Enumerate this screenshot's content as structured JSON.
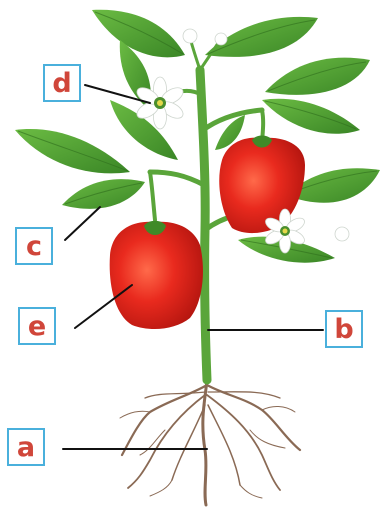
{
  "labels": {
    "a": "a",
    "b": "b",
    "c": "c",
    "d": "d",
    "e": "e"
  },
  "colors": {
    "label_border": "#4ab0dc",
    "label_text": "#d0463a",
    "leaf": "#4e9b2f",
    "stem": "#5aa53a",
    "pepper": "#e0231d",
    "root": "#8a6a55",
    "pointer_line": "#111111"
  }
}
